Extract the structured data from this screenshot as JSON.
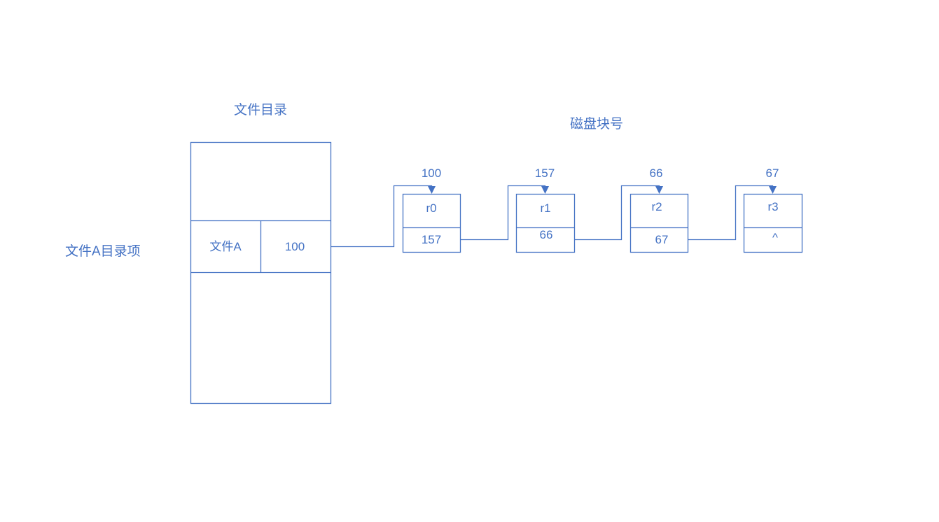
{
  "directory": {
    "title": "文件目录",
    "entry_label": "文件A目录项",
    "entry_name": "文件A",
    "entry_start_block": "100"
  },
  "disk": {
    "title": "磁盘块号",
    "blocks": [
      {
        "number": "100",
        "name": "r0",
        "next": "157"
      },
      {
        "number": "157",
        "name": "r1",
        "next": "66"
      },
      {
        "number": "66",
        "name": "r2",
        "next": "67"
      },
      {
        "number": "67",
        "name": "r3",
        "next": "^"
      }
    ]
  },
  "colors": {
    "stroke": "#4472c4",
    "text": "#4472c4",
    "background": "#ffffff"
  }
}
